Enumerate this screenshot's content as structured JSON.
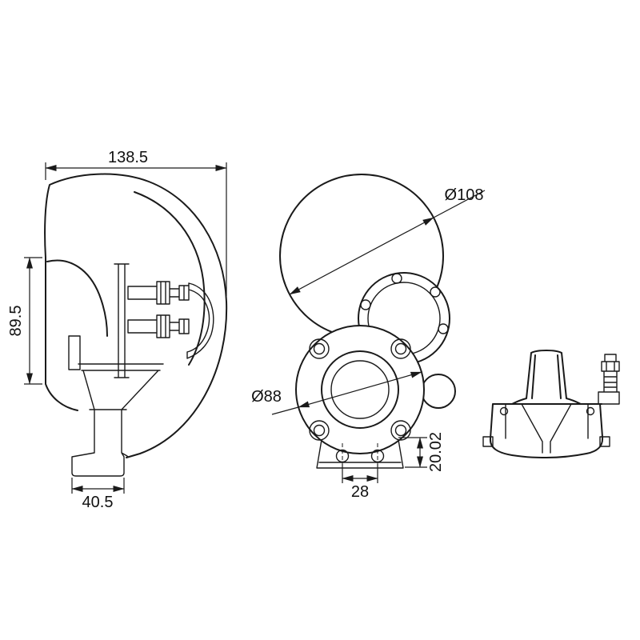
{
  "drawing": {
    "type": "technical-orthographic-views-horn",
    "line_color": "#1a1a1a",
    "background_color": "#ffffff",
    "labels": {
      "overall_length": "138.5",
      "bell_height": "89.5",
      "base_width": "40.5",
      "trumpet_diameter": "Ø108",
      "body_diameter": "Ø88",
      "bracket_height": "20.02",
      "hole_spacing": "28"
    }
  }
}
